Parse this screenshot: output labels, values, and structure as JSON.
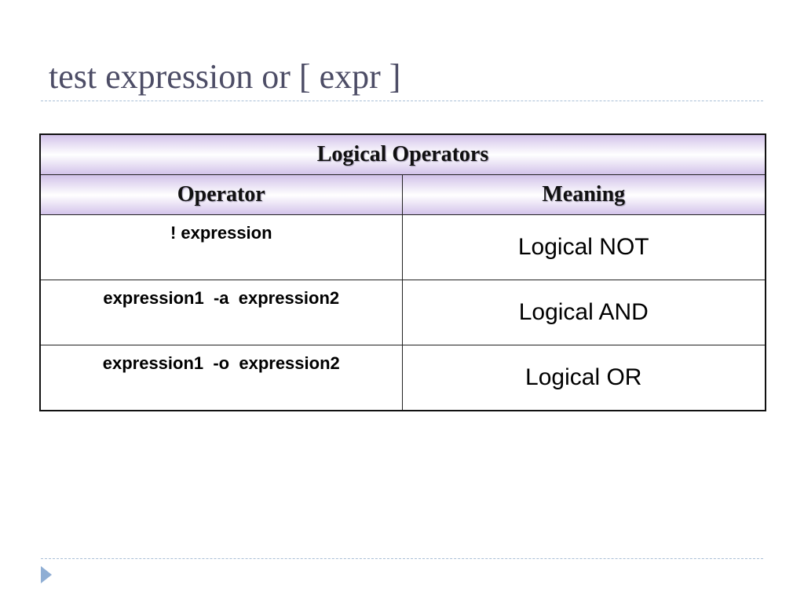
{
  "slide": {
    "title": "test expression or [ expr ]"
  },
  "table": {
    "caption": "Logical Operators",
    "headers": [
      "Operator",
      "Meaning"
    ],
    "rows": [
      {
        "operator": "! expression",
        "meaning": "Logical NOT"
      },
      {
        "operator": "expression1  -a  expression2",
        "meaning": "Logical AND"
      },
      {
        "operator": "expression1  -o  expression2",
        "meaning": "Logical OR"
      }
    ]
  },
  "colors": {
    "title": "#4d4d66",
    "header_band": "#d3c3ea",
    "divider": "#a9bfd6",
    "bullet": "#8faed4"
  },
  "icons": {
    "footer_bullet": "triangle-right-icon"
  }
}
